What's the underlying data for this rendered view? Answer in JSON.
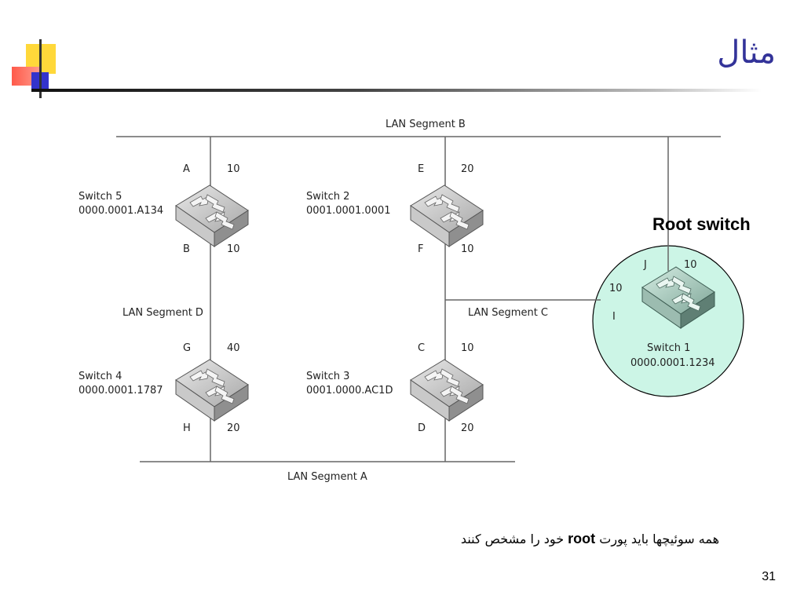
{
  "slide": {
    "title": "مثال",
    "page_number": "31",
    "caption_before": "همه سوئیچها باید پورت ",
    "caption_keyword": "root",
    "caption_after": " خود را مشخص کنند"
  },
  "segments": {
    "a": "LAN Segment A",
    "b": "LAN Segment B",
    "c": "LAN Segment C",
    "d": "LAN Segment D"
  },
  "root_label": "Root switch",
  "switches": [
    {
      "id": "s5",
      "name": "Switch 5",
      "bridge_id": "0000.0001.A134",
      "ports": [
        {
          "port": "A",
          "cost": "10"
        },
        {
          "port": "B",
          "cost": "10"
        }
      ]
    },
    {
      "id": "s2",
      "name": "Switch 2",
      "bridge_id": "0001.0001.0001",
      "ports": [
        {
          "port": "E",
          "cost": "20"
        },
        {
          "port": "F",
          "cost": "10"
        }
      ]
    },
    {
      "id": "s4",
      "name": "Switch 4",
      "bridge_id": "0000.0001.1787",
      "ports": [
        {
          "port": "G",
          "cost": "40"
        },
        {
          "port": "H",
          "cost": "20"
        }
      ]
    },
    {
      "id": "s3",
      "name": "Switch 3",
      "bridge_id": "0001.0000.AC1D",
      "ports": [
        {
          "port": "C",
          "cost": "10"
        },
        {
          "port": "D",
          "cost": "20"
        }
      ]
    },
    {
      "id": "s1",
      "name": "Switch 1",
      "bridge_id": "0000.0001.1234",
      "ports": [
        {
          "port": "J",
          "cost": "10"
        },
        {
          "port": "I",
          "cost": "10"
        }
      ]
    }
  ],
  "colors": {
    "title": "#333399",
    "root_circle_fill": "#ccf5e6",
    "line": "#666666"
  }
}
